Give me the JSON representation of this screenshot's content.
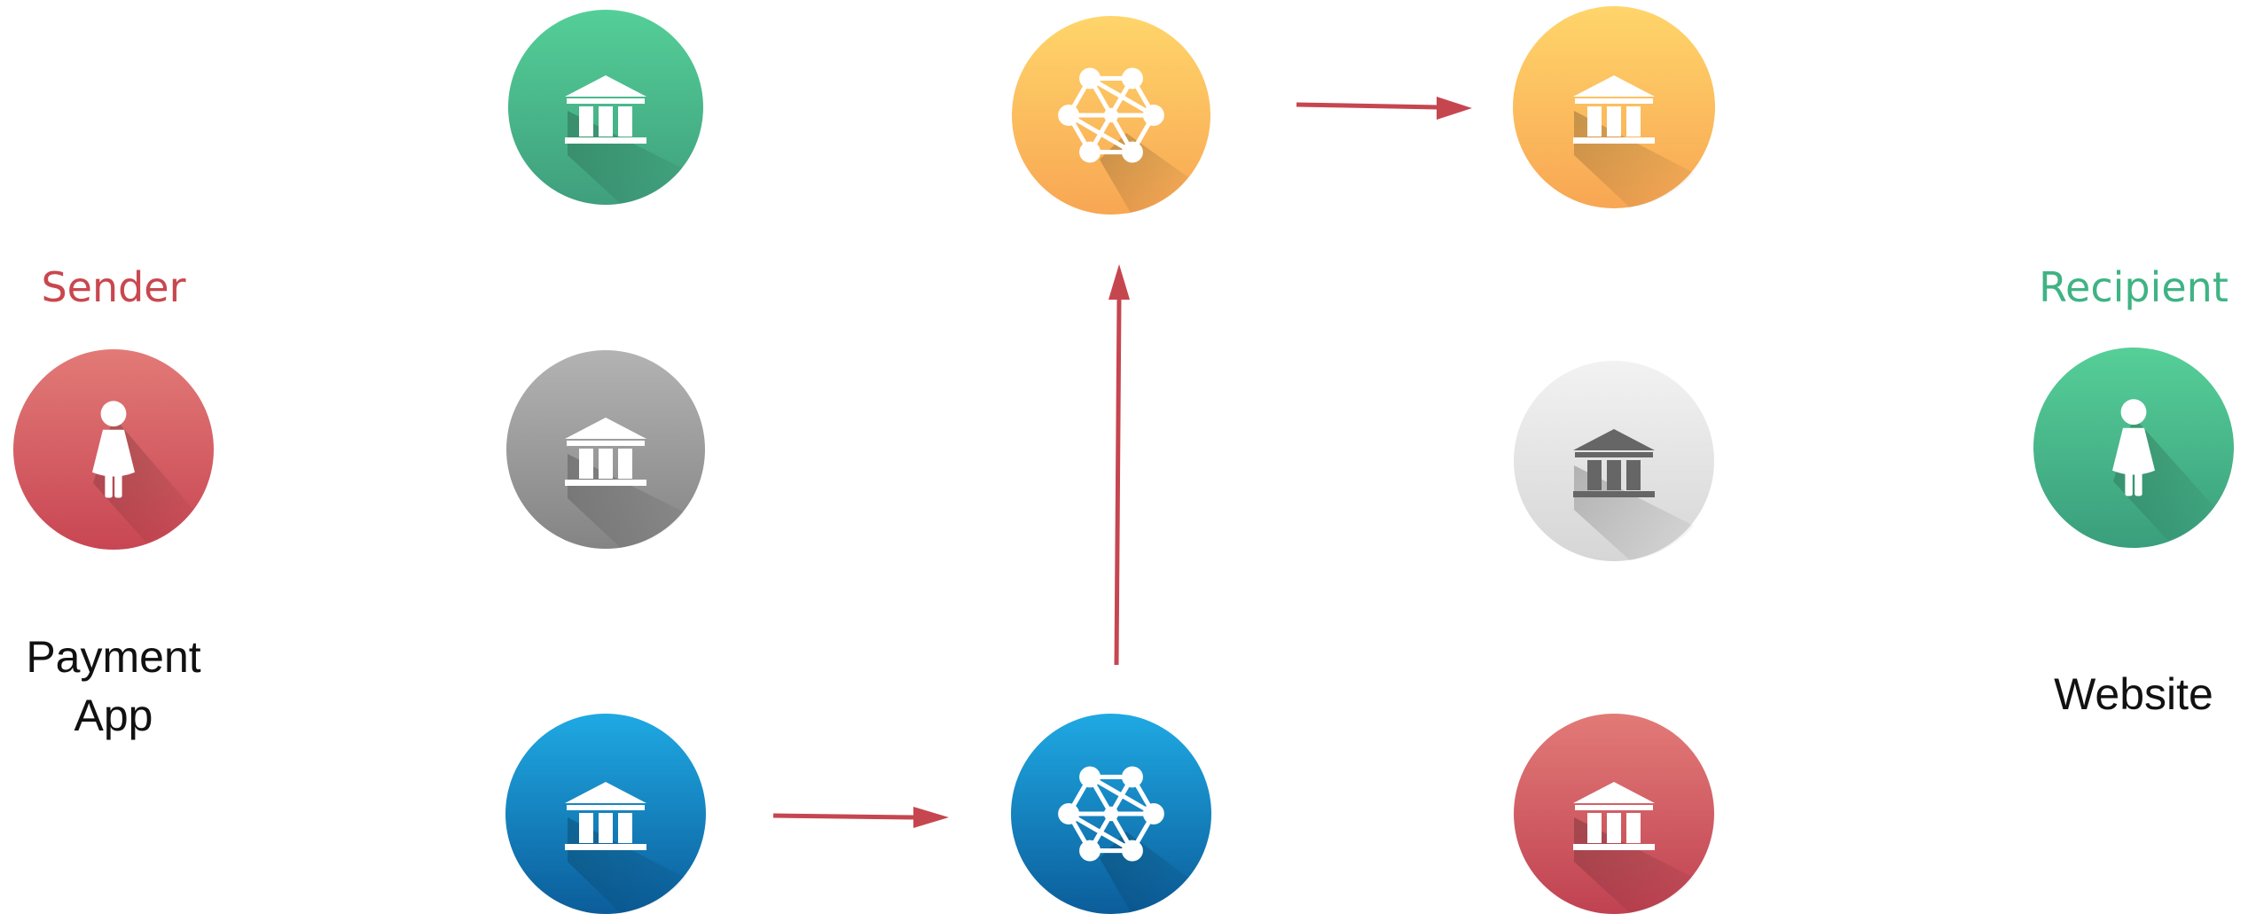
{
  "sender": {
    "title": "Sender",
    "caption_line1": "Payment",
    "caption_line2": "App",
    "title_color": "#c9474e",
    "icon": "person-icon",
    "color_top": "#e27a77",
    "color_bottom": "#c84653"
  },
  "recipient": {
    "title": "Recipient",
    "caption": "Website",
    "title_color": "#3fb384",
    "icon": "person-icon",
    "color_top": "#56cf98",
    "color_bottom": "#3a9e7c"
  },
  "nodes": {
    "bank_green": {
      "icon": "bank-icon",
      "color_top": "#54cf98",
      "color_bottom": "#3f9f7d"
    },
    "bank_gray": {
      "icon": "bank-icon",
      "color_top": "#b3b3b3",
      "color_bottom": "#848484"
    },
    "bank_blue": {
      "icon": "bank-icon",
      "color_top": "#1fa9e3",
      "color_bottom": "#0b5d9a"
    },
    "network_yellow": {
      "icon": "network-icon",
      "color_top": "#ffd56a",
      "color_bottom": "#f8a653"
    },
    "network_blue": {
      "icon": "network-icon",
      "color_top": "#1fa9e3",
      "color_bottom": "#0b5d9a"
    },
    "bank_yellow": {
      "icon": "bank-icon",
      "color_top": "#ffd56a",
      "color_bottom": "#f8a653"
    },
    "bank_light": {
      "icon": "bank-icon",
      "color_top": "#f2f2f2",
      "color_bottom": "#d6d6d6",
      "icon_color": "#666666"
    },
    "bank_red": {
      "icon": "bank-icon",
      "color_top": "#e27a77",
      "color_bottom": "#c04252"
    }
  },
  "arrow_color": "#c64650"
}
